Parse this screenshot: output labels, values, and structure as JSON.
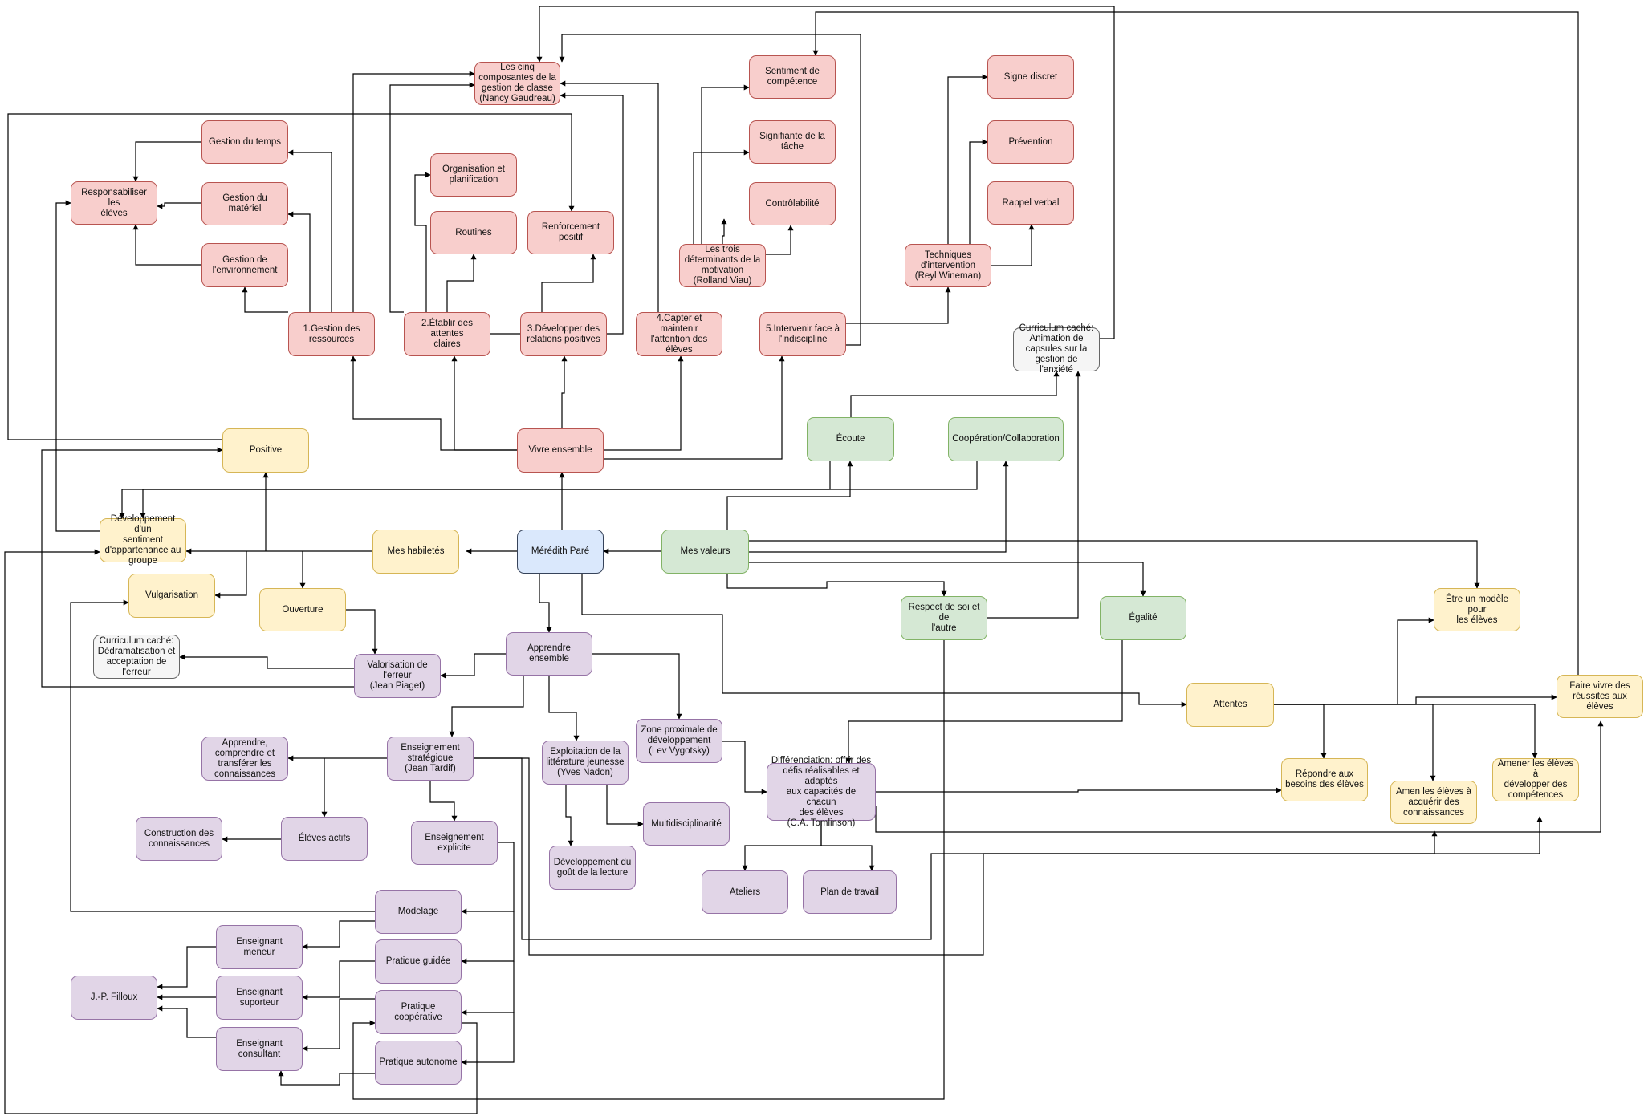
{
  "diagram": {
    "nodes": {
      "root": "Mérédith Paré",
      "vivre": "Vivre ensemble",
      "cinq": "Les cinq\ncomposantes de la\ngestion de classe\n(Nancy Gaudreau)",
      "gtemps": "Gestion du temps",
      "gmat": "Gestion du matériel",
      "genv": "Gestion de\nl'environnement",
      "resp": "Responsabiliser les\nélèves",
      "c1": "1.Gestion des\nressources",
      "orga": "Organisation et\nplanification",
      "routines": "Routines",
      "c2": "2.Établir des attentes\nclaires",
      "renf": "Renforcement positif",
      "c3": "3.Développer des\nrelations positives",
      "c4": "4.Capter et maintenir\nl'attention des élèves",
      "sentcomp": "Sentiment de\ncompétence",
      "signif": "Signifiante de la\ntâche",
      "control": "Contrôlabilité",
      "trois": "Les trois\ndéterminants de la\nmotivation\n(Rolland Viau)",
      "c5": "5.Intervenir face à\nl'indiscipline",
      "signe": "Signe discret",
      "prev": "Prévention",
      "rappel": "Rappel verbal",
      "tech": "Techniques\nd'intervention\n(Reyl Wineman)",
      "curr1": "Curriculum caché:\nAnimation de\ncapsules sur la\ngestion de l'anxiété",
      "positive": "Positive",
      "sentiment": "Développement d'un\nsentiment\nd'appartenance au\ngroupe",
      "habiletes": "Mes habiletés",
      "vulg": "Vulgarisation",
      "ouverture": "Ouverture",
      "curr2": "Curriculum caché:\nDédramatisation et\nacceptation de\nl'erreur",
      "valor": "Valorisation de\nl'erreur\n(Jean Piaget)",
      "valeurs": "Mes valeurs",
      "ecoute": "Écoute",
      "coop": "Coopération/Collaboration",
      "respect": "Respect de soi et de\nl'autre",
      "egalite": "Égalité",
      "modele": "Être un modèle pour\nles élèves",
      "attentes": "Attentes",
      "faire": "Faire vivre des\nréussites aux élèves",
      "besoins": "Répondre aux\nbesoins des élèves",
      "amen": "Amen les élèves à\nacquérir  des\nconnaissances",
      "amener": "Amener les élèves à\ndévelopper des\ncompétences",
      "apprendre": "Apprendre ensemble",
      "zone": "Zone proximale de\ndéveloppement\n(Lev Vygotsky)",
      "ens_strat": "Enseignement\nstratégique\n(Jean Tardif)",
      "exploit": "Exploitation de la\nlittérature jeunesse\n(Yves Nadon)",
      "diff": "Différenciation: offrir des\ndéfis réalisables et adaptés\naux capacités de chacun\ndes élèves\n(C.A. Tomlinson)",
      "acct": "Apprendre,\ncomprendre et\ntransférer les\nconnaissances",
      "actifs": "Élèves actifs",
      "constr": "Construction des\nconnaissances",
      "ens_expl": "Enseignement\nexplicite",
      "gout": "Développement du\ngoût de la lecture",
      "multi": "Multidisciplinarité",
      "ateliers": "Ateliers",
      "plan": "Plan de travail",
      "modelage": "Modelage",
      "guidee": "Pratique guidée",
      "cooperative": "Pratique coopérative",
      "autonome": "Pratique autonome",
      "meneur": "Enseignant meneur",
      "suporteur": "Enseignant suporteur",
      "consultant": "Enseignant\nconsultant",
      "filloux": "J.-P. Filloux"
    },
    "colors": {
      "red_fill": "#f8cecc",
      "red_stroke": "#b85450",
      "yellow_fill": "#fff2cc",
      "yellow_stroke": "#d6b656",
      "green_fill": "#d5e8d4",
      "green_stroke": "#82b366",
      "purple_fill": "#e1d5e7",
      "purple_stroke": "#9673a6",
      "blue_fill": "#dae8fc",
      "blue_stroke": "#36435a",
      "gray_fill": "#f5f5f5",
      "gray_stroke": "#666666",
      "edge": "#000000"
    }
  }
}
